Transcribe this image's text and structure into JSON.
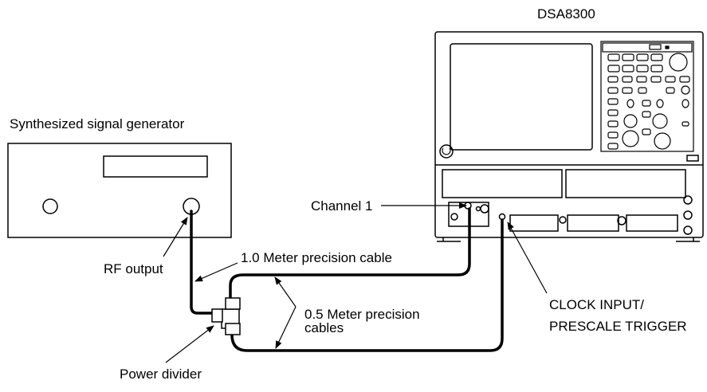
{
  "labels": {
    "instrument": "DSA8300",
    "generator": "Synthesized signal generator",
    "channel": "Channel 1",
    "rf_output": "RF output",
    "cable_1m": "1.0 Meter precision cable",
    "cable_05m_line1": "0.5 Meter precision",
    "cable_05m_line2": "cables",
    "clock_line1": "CLOCK INPUT/",
    "clock_line2": "PRESCALE TRIGGER",
    "power_divider": "Power divider"
  },
  "colors": {
    "line": "#000000",
    "background": "#ffffff"
  }
}
